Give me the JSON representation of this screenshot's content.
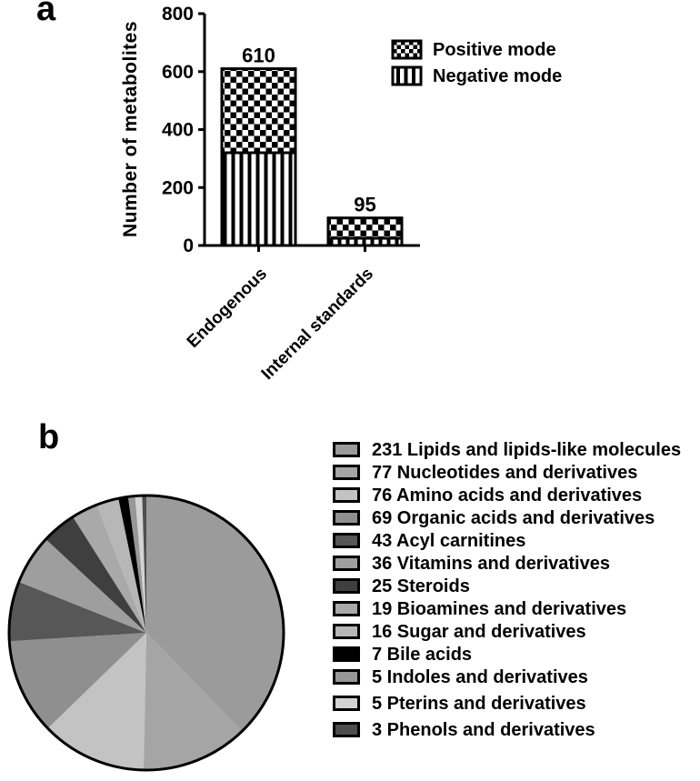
{
  "colors": {
    "ink": "#000000",
    "background": "#ffffff"
  },
  "panel_a": {
    "label": "a"
  },
  "panel_b": {
    "label": "b"
  },
  "chart_data": [
    {
      "type": "bar",
      "stacked": true,
      "ylabel": "Number of metabolites",
      "xlabel": "",
      "ylim": [
        0,
        800
      ],
      "yticks": [
        0,
        200,
        400,
        600,
        800
      ],
      "grid": false,
      "categories": [
        "Endogenous",
        "Internal standards"
      ],
      "series": [
        {
          "name": "Negative mode",
          "pattern": "vertical-stripes",
          "values": [
            320,
            25
          ],
          "note": "segment values estimated from pixels"
        },
        {
          "name": "Positive mode",
          "pattern": "checkerboard",
          "values": [
            290,
            70
          ],
          "note": "segment values estimated from pixels"
        }
      ],
      "totals": [
        610,
        95
      ],
      "total_labels": [
        "610",
        "95"
      ],
      "legend_position": "top-right",
      "bar_fill": "#ffffff",
      "bar_stroke": "#000000"
    },
    {
      "type": "pie",
      "start_angle_deg": 0,
      "direction": "clockwise",
      "values": [
        231,
        77,
        76,
        69,
        43,
        36,
        25,
        19,
        16,
        7,
        5,
        5,
        3
      ],
      "labels": [
        "Lipids and lipids-like molecules",
        "Nucleotides and derivatives",
        "Amino acids and derivatives",
        "Organic acids and derivatives",
        "Acyl carnitines",
        "Vitamins and derivatives",
        "Steroids",
        "Bioamines and derivatives",
        "Sugar and derivatives",
        "Bile acids",
        "Indoles and derivatives",
        "Pterins and derivatives",
        "Phenols and derivatives"
      ],
      "legend_labels": [
        "231 Lipids and lipids-like molecules",
        "77 Nucleotides and derivatives",
        "76 Amino acids and derivatives",
        "69 Organic acids and derivatives",
        "43 Acyl carnitines",
        "36 Vitamins and derivatives",
        "25 Steroids",
        "19 Bioamines and derivatives",
        "16 Sugar and derivatives",
        "7 Bile acids",
        "5 Indoles and derivatives",
        "5 Pterins and derivatives",
        "3 Phenols and derivatives"
      ],
      "colors": [
        "#9b9b9b",
        "#a5a5a5",
        "#c3c3c3",
        "#8f8f8f",
        "#575757",
        "#9e9e9e",
        "#3f3f3f",
        "#a9a9a9",
        "#b7b7b7",
        "#000000",
        "#979797",
        "#d3d3d3",
        "#4e4e4e"
      ],
      "outline_color": "#000000",
      "legend_position": "right"
    }
  ]
}
